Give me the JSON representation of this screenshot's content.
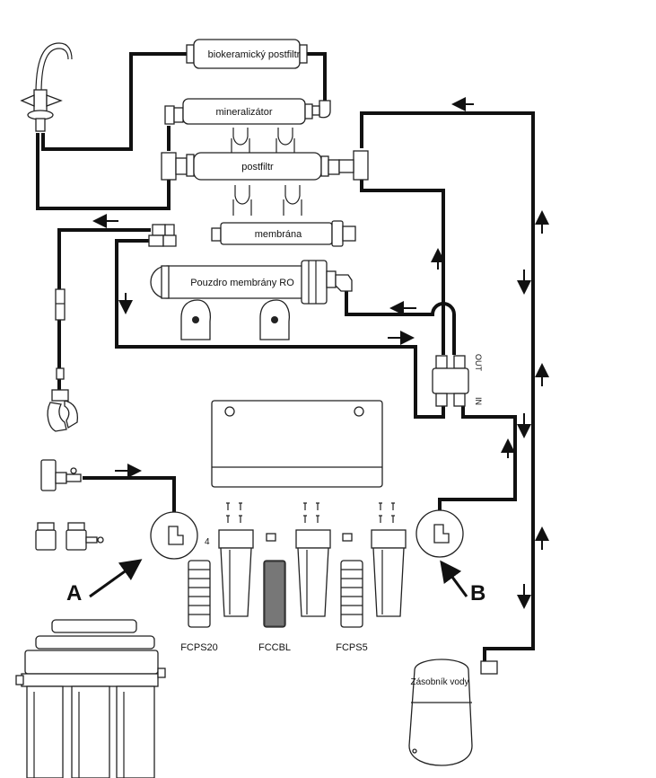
{
  "labels": {
    "biokeramicky": "biokeramický postfiltr",
    "mineralizator": "mineralizátor",
    "postfiltr": "postfiltr",
    "membrana": "membrána",
    "pouzdro": "Pouzdro membrány RO",
    "out": "OUT",
    "in": "IN",
    "fcps20": "FCPS20",
    "fccbl": "FCCBL",
    "fcps5": "FCPS5",
    "zasobnik": "Zásobník vody",
    "callout_a": "A",
    "callout_b": "B",
    "number_4": "4"
  }
}
